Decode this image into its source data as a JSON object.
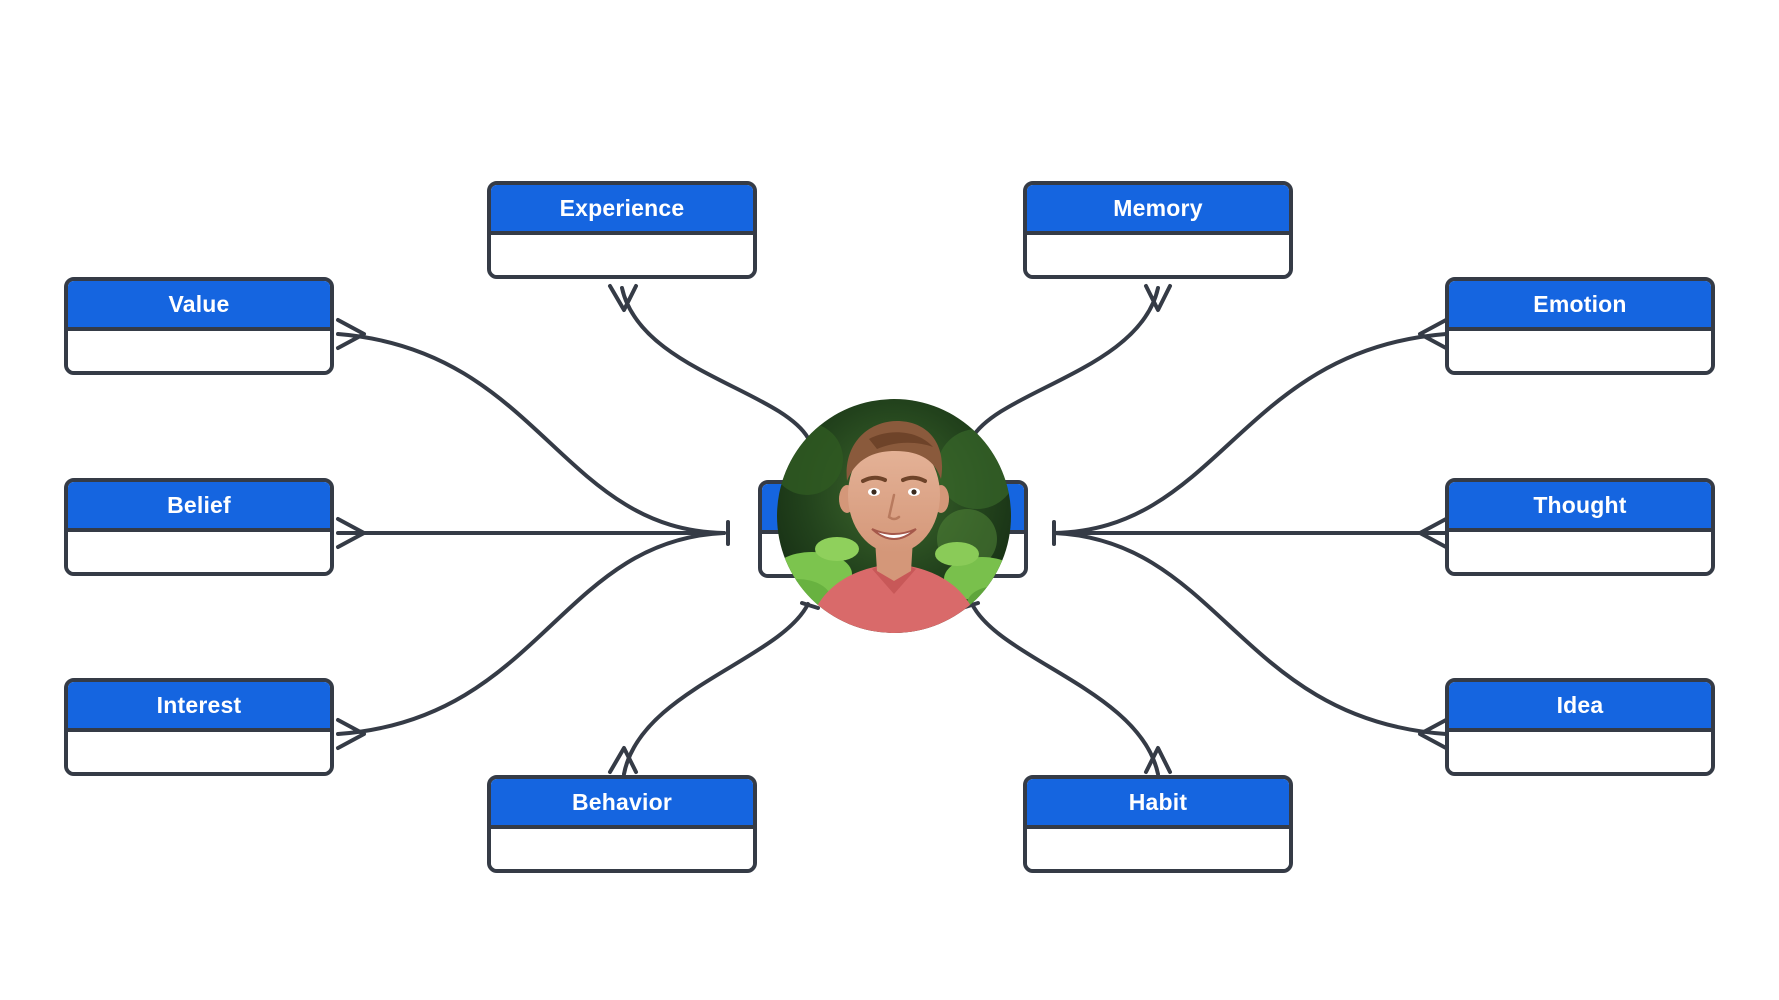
{
  "colors": {
    "header": "#1565e0",
    "border": "#353b46",
    "link": "#353b46",
    "header_text": "#ffffff"
  },
  "entities": {
    "experience": "Experience",
    "memory": "Memory",
    "value": "Value",
    "emotion": "Emotion",
    "belief": "Belief",
    "thought": "Thought",
    "interest": "Interest",
    "idea": "Idea",
    "behavior": "Behavior",
    "habit": "Habit"
  },
  "center": {
    "image": "person-portrait"
  }
}
